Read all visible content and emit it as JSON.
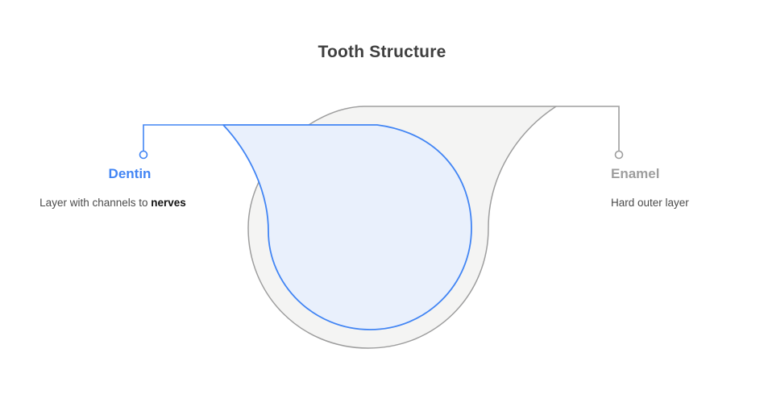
{
  "title": "Tooth Structure",
  "diagram": {
    "type": "labeled-anatomy-callout",
    "subject": "tooth",
    "background": "#ffffff",
    "title_color": "#3f3f3f",
    "description_text_color": "#4b4b4b",
    "parts": [
      {
        "id": "dentin",
        "name": "Dentin",
        "description_prefix": "Layer with channels to ",
        "description_bold": "nerves",
        "stroke": "#4285f4",
        "fill": "#e9f0fc",
        "label_color": "#4285f4",
        "callout_side": "left"
      },
      {
        "id": "enamel",
        "name": "Enamel",
        "description": "Hard outer layer",
        "stroke": "#9e9e9e",
        "fill": "#f4f4f3",
        "label_color": "#9e9e9e",
        "callout_side": "right"
      }
    ]
  }
}
